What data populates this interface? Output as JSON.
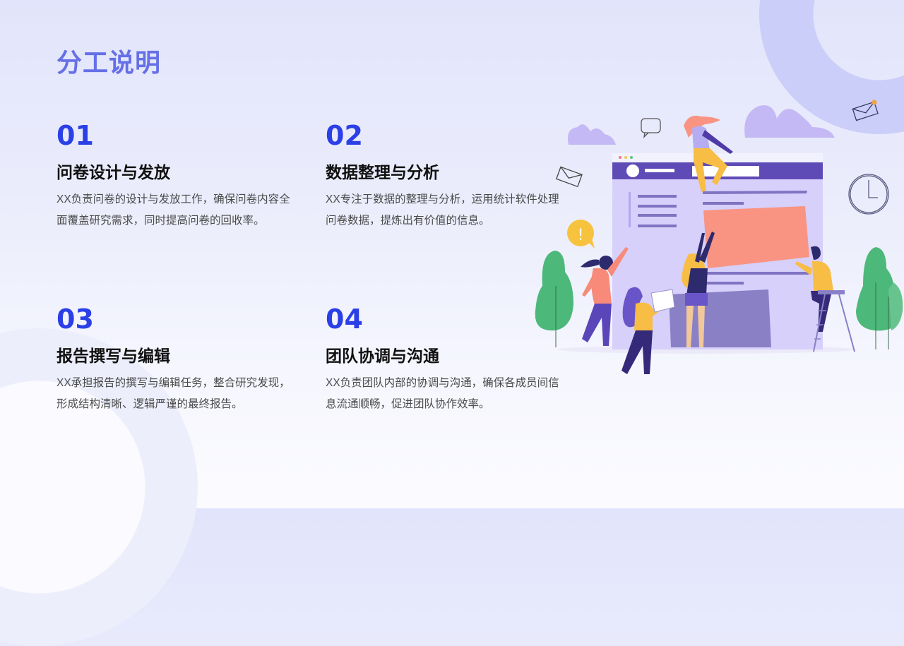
{
  "slide": {
    "title": "分工说明",
    "items": [
      {
        "number": "01",
        "heading": "问卷设计与发放",
        "description": "XX负责问卷的设计与发放工作，确保问卷内容全面覆盖研究需求，同时提高问卷的回收率。"
      },
      {
        "number": "02",
        "heading": "数据整理与分析",
        "description": "XX专注于数据的整理与分析，运用统计软件处理问卷数据，提炼出有价值的信息。"
      },
      {
        "number": "03",
        "heading": "报告撰写与编辑",
        "description": "XX承担报告的撰写与编辑任务，整合研究发现，形成结构清晰、逻辑严谨的最终报告。"
      },
      {
        "number": "04",
        "heading": "团队协调与沟通",
        "description": "XX负责团队内部的协调与沟通，确保各成员间信息流通顺畅，促进团队协作效率。"
      }
    ]
  },
  "colors": {
    "title": "#6570e6",
    "number": "#2b3fe6",
    "heading": "#111111",
    "body_text": "#4a4a4a",
    "browser_header": "#5f4bb6",
    "browser_body": "#d6d0fb",
    "poster": "#f99482",
    "cloud": "#c4b8f5",
    "tree": "#4cb87a",
    "yellow": "#f7bd44"
  },
  "illustration": {
    "icons": [
      "envelope-icon",
      "chat-bubble-icon",
      "alert-bubble-icon",
      "clock-icon",
      "cloud-icon",
      "tree-icon"
    ],
    "alert_glyph": "!"
  }
}
